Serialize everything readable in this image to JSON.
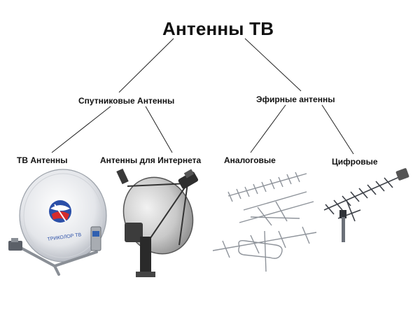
{
  "diagram": {
    "title": "Антенны ТВ",
    "branches": [
      {
        "label": "Спутниковые Антенны",
        "children": [
          {
            "label": "ТВ Антенны",
            "image": "satellite-dish-tv-icon"
          },
          {
            "label": "Антенны для Интернета",
            "image": "satellite-dish-internet-icon"
          }
        ]
      },
      {
        "label": "Эфирные антенны",
        "children": [
          {
            "label": "Аналоговые",
            "image": "analog-yagi-antenna-icon"
          },
          {
            "label": "Цифровые",
            "image": "digital-yagi-antenna-icon"
          }
        ]
      }
    ],
    "dish_brand_text": "ТРИКОЛОР ТВ"
  }
}
